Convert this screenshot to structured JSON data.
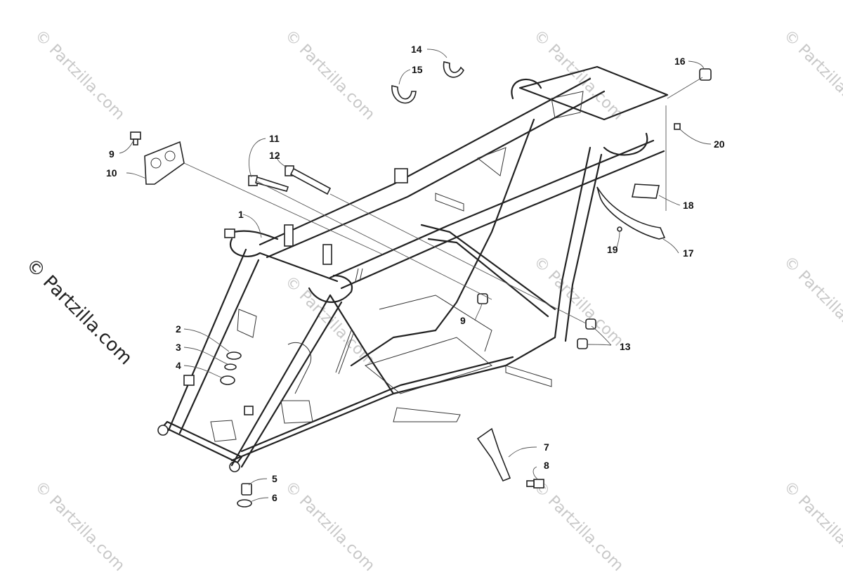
{
  "watermark": {
    "main": "© Partzilla.com",
    "faint": "© Partzilla.com"
  },
  "callouts": [
    {
      "id": "c1",
      "text": "1"
    },
    {
      "id": "c2",
      "text": "2"
    },
    {
      "id": "c3",
      "text": "3"
    },
    {
      "id": "c4",
      "text": "4"
    },
    {
      "id": "c5",
      "text": "5"
    },
    {
      "id": "c6",
      "text": "6"
    },
    {
      "id": "c7",
      "text": "7"
    },
    {
      "id": "c8",
      "text": "8"
    },
    {
      "id": "c9a",
      "text": "9"
    },
    {
      "id": "c9b",
      "text": "9"
    },
    {
      "id": "c10",
      "text": "10"
    },
    {
      "id": "c11",
      "text": "11"
    },
    {
      "id": "c12",
      "text": "12"
    },
    {
      "id": "c13",
      "text": "13"
    },
    {
      "id": "c14",
      "text": "14"
    },
    {
      "id": "c15",
      "text": "15"
    },
    {
      "id": "c16",
      "text": "16"
    },
    {
      "id": "c17",
      "text": "17"
    },
    {
      "id": "c18",
      "text": "18"
    },
    {
      "id": "c19",
      "text": "19"
    },
    {
      "id": "c20",
      "text": "20"
    }
  ]
}
